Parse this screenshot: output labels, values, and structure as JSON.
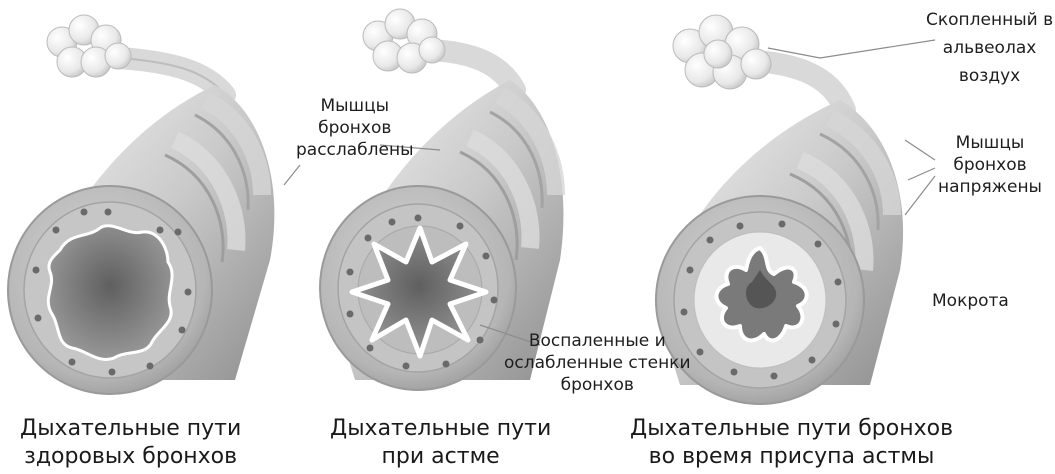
{
  "labels": {
    "muscles_relaxed": [
      "Мышцы",
      "бронхов",
      "расслаблены"
    ],
    "trapped_air": [
      "Скопленный в",
      "альвеолах",
      "воздух"
    ],
    "muscles_tense": [
      "Мышцы",
      "бронхов",
      "напряжены"
    ],
    "mucus": "Мокрота",
    "inflamed_walls": [
      "Воспаленные и",
      "ослабленные стенки",
      "бронхов"
    ]
  },
  "captions": {
    "healthy": [
      "Дыхательные пути",
      "здоровых бронхов"
    ],
    "asthma": [
      "Дыхательные пути",
      "при астме"
    ],
    "attack": [
      "Дыхательные пути бронхов",
      "во время присупа астмы"
    ]
  },
  "colors": {
    "tube_light": "#e4e4e4",
    "tube_mid": "#b9b9b9",
    "tube_dark": "#7f7f7f",
    "lumen": "#8a8a8a",
    "lumen_deep": "#5a5a5a",
    "mucus": "#f4f4f4",
    "dot": "#6a6a6a",
    "leader": "#8c8c8c"
  }
}
